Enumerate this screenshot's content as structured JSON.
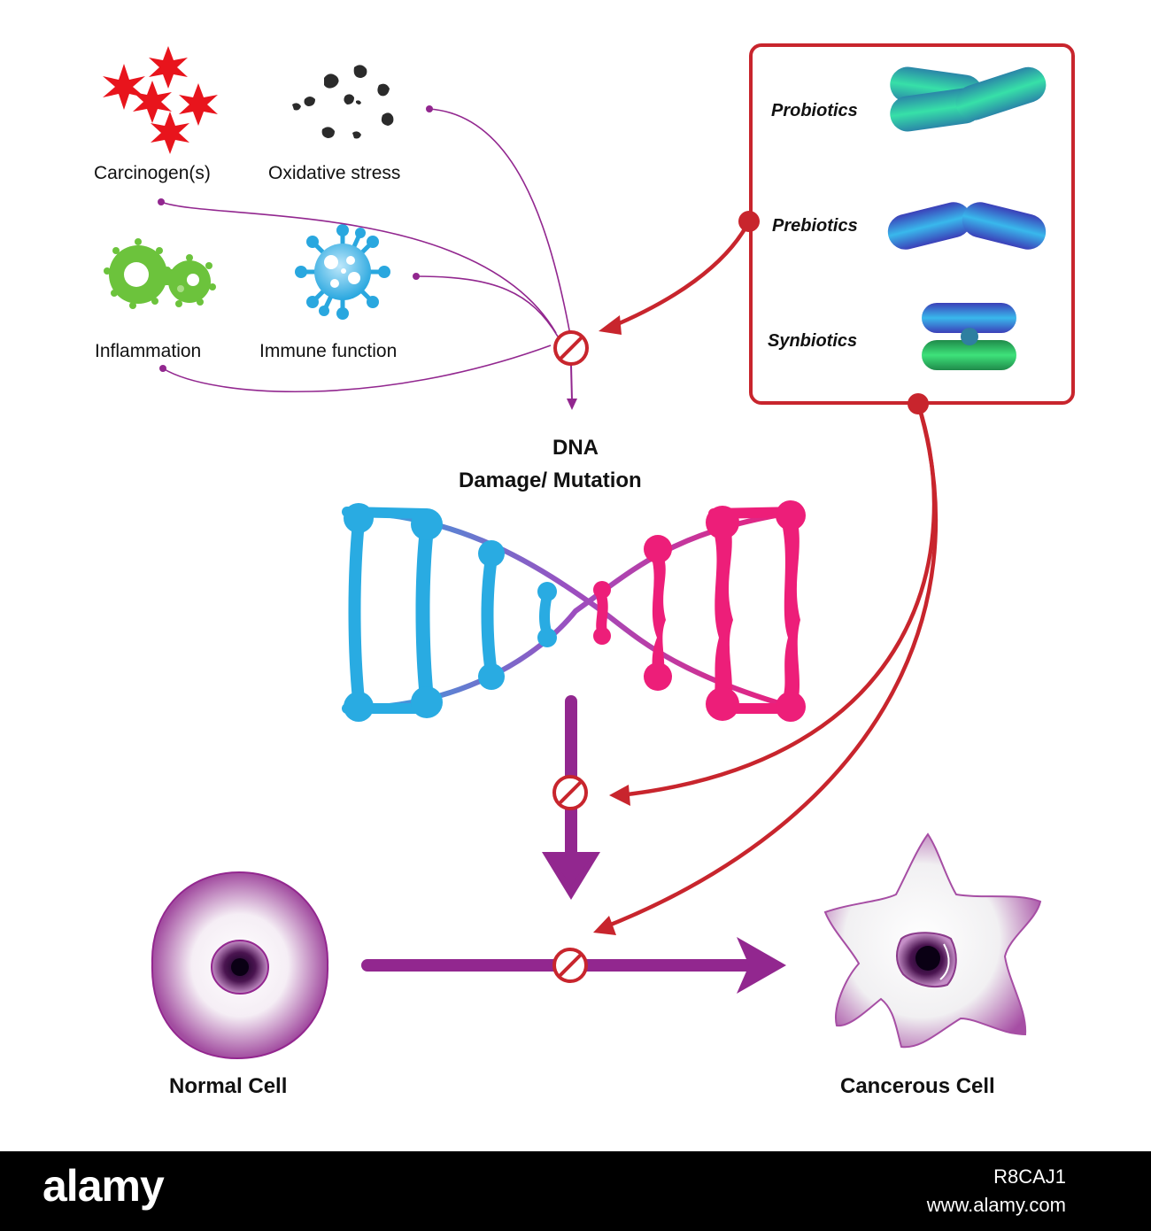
{
  "factors": {
    "carcinogens": "Carcinogen(s)",
    "oxidative_stress": "Oxidative stress",
    "inflammation": "Inflammation",
    "immune_function": "Immune function"
  },
  "interventions": {
    "probiotics": "Probiotics",
    "prebiotics": "Prebiotics",
    "synbiotics": "Synbiotics"
  },
  "dna": {
    "line1": "DNA",
    "line2": "Damage/ Mutation"
  },
  "cells": {
    "normal": "Normal Cell",
    "cancerous": "Cancerous Cell"
  },
  "colors": {
    "inhibitor_red": "#c8252d",
    "pathway_purple": "#92278f",
    "dna_blue": "#29abe2",
    "dna_pink": "#ed1e79"
  },
  "footer": {
    "brand": "alamy",
    "image_id": "R8CAJ1",
    "website": "www.alamy.com"
  }
}
